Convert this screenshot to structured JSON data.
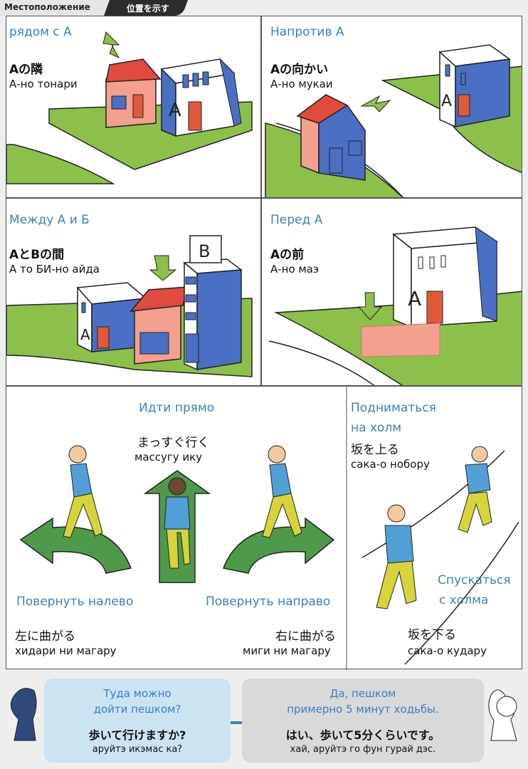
{
  "header": {
    "tab_left": "Местоположение",
    "tab_right": "位置を示す"
  },
  "cells": {
    "next": {
      "title": "рядом с А",
      "jp": "Aの隣",
      "ru": "А-но тонари"
    },
    "opposite": {
      "title": "Напротив А",
      "jp": "Aの向かい",
      "ru": "А-но мукаи"
    },
    "between": {
      "title": "Между А и Б",
      "jp": "AとBの間",
      "ru": "А то БИ-но айда",
      "sign_a": "A",
      "sign_b": "B"
    },
    "front": {
      "title": "Перед А",
      "jp": "Aの前",
      "ru": "А-но маэ"
    },
    "building_letter": "A"
  },
  "walking": {
    "straight": {
      "title": "Идти прямо",
      "jp": "まっすぐ行く",
      "ru": "массугу ику"
    },
    "left": {
      "title": "Повернуть налево",
      "jp": "左に曲がる",
      "ru": "хидари ни магару"
    },
    "right": {
      "title": "Повернуть направо",
      "jp": "右に曲がる",
      "ru": "миги ни магару"
    },
    "up": {
      "title1": "Подниматься",
      "title2": "на холм",
      "jp": "坂を上る",
      "ru": "сака-о нобору"
    },
    "down": {
      "title1": "Спускаться",
      "title2": "с холма",
      "jp": "坂を下る",
      "ru": "сака-о кудару"
    }
  },
  "dialog": {
    "q": {
      "line1": "Туда можно",
      "line2": "дойти пешком?",
      "jp": "歩いて行けますか?",
      "ru": "аруйтэ икэмас ка?"
    },
    "a": {
      "line1": "Да, пешком",
      "line2": "примерно 5 минут ходьбы.",
      "jp": "はい、歩いて5分くらいです。",
      "ru": "хай, аруйтэ го фун гурай дэс."
    }
  },
  "colors": {
    "accent": "#3b7fc1",
    "grass": "#8cc04b",
    "road_arrow": "#4e9a4a",
    "building_blue": "#4a6fc4",
    "roof_red": "#e04a3f",
    "door_red": "#e05a3a",
    "pink": "#f3a08e"
  }
}
